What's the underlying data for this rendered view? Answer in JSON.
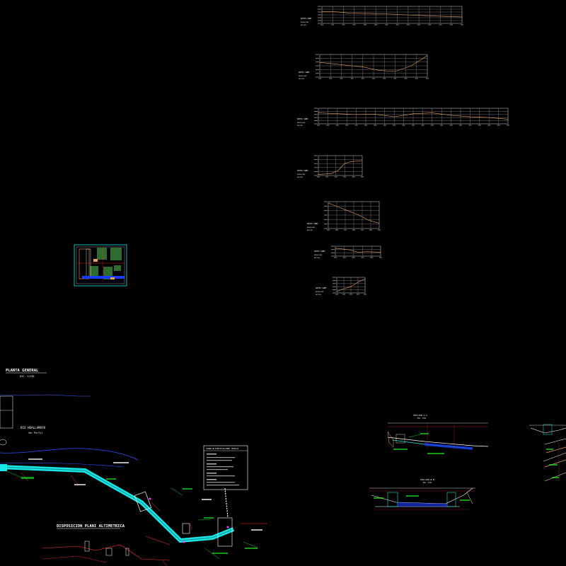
{
  "drawing": {
    "plan_title": "PLANTA GENERAL",
    "plan_scale": "ESC. 1/250",
    "river_label": "RIO HUALLAMAYO",
    "river_note": "Ver Perfil",
    "profile_plan_title": "DISPOSICION PLANI ALTIMETRICA",
    "section_title_1": "SECCION A-A",
    "section_title_2": "SECCION B-B",
    "section_note": "ESC. 1/50",
    "legend_title": "CUADRO DE ESPECIFICACIONES TECNICAS",
    "profile_label": "DATOS SUBT.",
    "profile_sub": "ESCALA HOR.",
    "profile_sub2": "SECCION"
  },
  "profiles": [
    {
      "ticks": 13,
      "rows": 6,
      "points": [
        [
          0,
          0.3
        ],
        [
          0.1,
          0.32
        ],
        [
          0.2,
          0.4
        ],
        [
          0.35,
          0.42
        ],
        [
          0.5,
          0.46
        ],
        [
          0.6,
          0.5
        ],
        [
          0.75,
          0.55
        ],
        [
          0.9,
          0.6
        ],
        [
          1,
          0.62
        ]
      ]
    },
    {
      "ticks": 10,
      "rows": 6,
      "points": [
        [
          0,
          0.35
        ],
        [
          0.2,
          0.45
        ],
        [
          0.4,
          0.55
        ],
        [
          0.55,
          0.7
        ],
        [
          0.7,
          0.75
        ],
        [
          0.85,
          0.5
        ],
        [
          1,
          0.05
        ]
      ]
    },
    {
      "ticks": 20,
      "rows": 5,
      "points": [
        [
          0,
          0.3
        ],
        [
          0.1,
          0.35
        ],
        [
          0.2,
          0.4
        ],
        [
          0.3,
          0.38
        ],
        [
          0.4,
          0.55
        ],
        [
          0.5,
          0.35
        ],
        [
          0.6,
          0.3
        ],
        [
          0.7,
          0.45
        ],
        [
          0.8,
          0.55
        ],
        [
          0.9,
          0.6
        ],
        [
          1,
          0.7
        ]
      ]
    },
    {
      "ticks": 5,
      "rows": 5,
      "points": [
        [
          0,
          0.95
        ],
        [
          0.3,
          0.9
        ],
        [
          0.45,
          0.75
        ],
        [
          0.6,
          0.4
        ],
        [
          0.75,
          0.3
        ],
        [
          1,
          0.25
        ]
      ]
    },
    {
      "ticks": 6,
      "rows": 6,
      "points": [
        [
          0,
          0.05
        ],
        [
          0.2,
          0.2
        ],
        [
          0.4,
          0.35
        ],
        [
          0.6,
          0.5
        ],
        [
          0.8,
          0.7
        ],
        [
          1,
          0.8
        ]
      ]
    },
    {
      "ticks": 5,
      "rows": 3,
      "points": [
        [
          0,
          0.2
        ],
        [
          0.3,
          0.35
        ],
        [
          0.5,
          0.6
        ],
        [
          0.7,
          0.55
        ],
        [
          1,
          0.6
        ]
      ]
    },
    {
      "ticks": 4,
      "rows": 5,
      "points": [
        [
          0,
          0.9
        ],
        [
          0.3,
          0.7
        ],
        [
          0.5,
          0.6
        ],
        [
          0.75,
          0.3
        ],
        [
          1,
          0.1
        ]
      ]
    }
  ],
  "colors": {
    "profile_grid": "#d8d8d8",
    "profile_line": "#e8a060",
    "pipe": "#18e6e6",
    "water": "#1a3cff",
    "dim": "#ff3030",
    "note": "#20ff20",
    "label": "#ffffff",
    "accent": "#ffff30",
    "magenta": "#ff40ff"
  }
}
